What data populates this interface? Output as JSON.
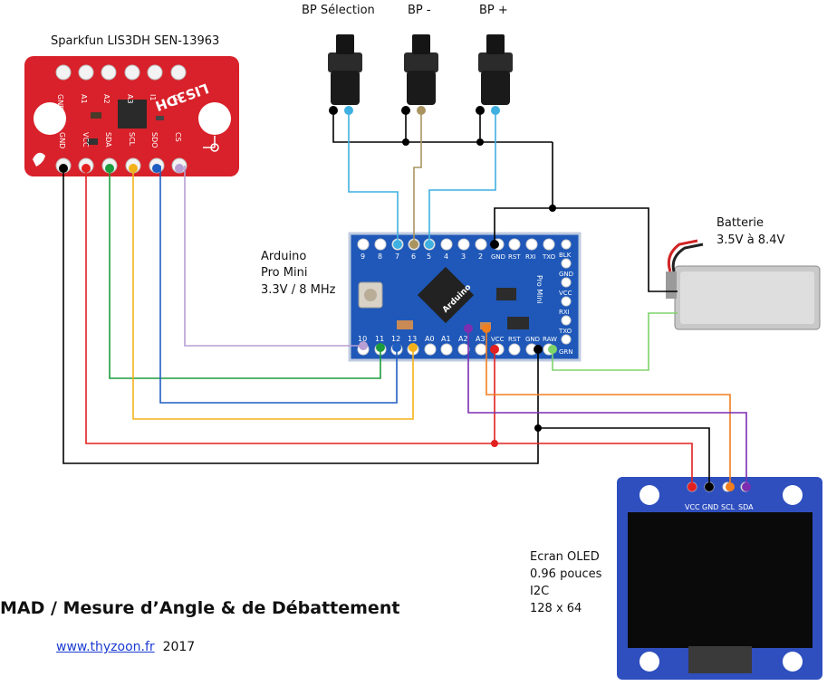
{
  "labels": {
    "sensor": "Sparkfun LIS3DH SEN-13963",
    "bp_select": "BP Sélection",
    "bp_minus": "BP -",
    "bp_plus": "BP +",
    "arduino_1": "Arduino",
    "arduino_2": "Pro Mini",
    "arduino_3": "3.3V / 8 MHz",
    "battery_1": "Batterie",
    "battery_2": "3.5V à 8.4V",
    "oled_1": "Ecran OLED",
    "oled_2": "0.96 pouces",
    "oled_3": "I2C",
    "oled_4": "128 x 64"
  },
  "title": "MAD / Mesure d’Angle & de Débattement",
  "footer": {
    "link": "www.thyzoon.fr",
    "year": "2017"
  },
  "sensor_pins_top": [
    "GND",
    "A1",
    "A2",
    "A3",
    "I1",
    "I2"
  ],
  "sensor_pins_bottom": [
    "GND",
    "VCC",
    "SDA",
    "SCL",
    "SDO",
    "CS"
  ],
  "sensor_chip_text": "LIS3DH",
  "arduino_pins_top": [
    "9",
    "8",
    "7",
    "6",
    "5",
    "4",
    "3",
    "2",
    "GND",
    "RST",
    "RXI",
    "TXO"
  ],
  "arduino_pins_bottom": [
    "10",
    "11",
    "12",
    "13",
    "A0",
    "A1",
    "A2",
    "A3",
    "VCC",
    "RST",
    "GND",
    "RAW"
  ],
  "arduino_side": [
    "BLK",
    "GND",
    "VCC",
    "RXI",
    "TXO",
    "GRN"
  ],
  "arduino_board_text": [
    "Arduino",
    "Pro Mini"
  ],
  "oled_pins": [
    "VCC",
    "GND",
    "SCL",
    "SDA"
  ],
  "colors": {
    "board_red": "#d8212a",
    "board_blue": "#1f58b8",
    "wire_black": "#000000",
    "wire_red": "#e32020",
    "wire_green": "#1d9c3e",
    "wire_yellow": "#f4b21a",
    "wire_blue": "#1f5fc2",
    "wire_lilac": "#b79fd3",
    "wire_cyan": "#3fb0e0",
    "wire_olive": "#a99460",
    "wire_lightgreen": "#7ed36a",
    "wire_orange": "#f07e1e",
    "wire_purple": "#7b2fb0"
  }
}
